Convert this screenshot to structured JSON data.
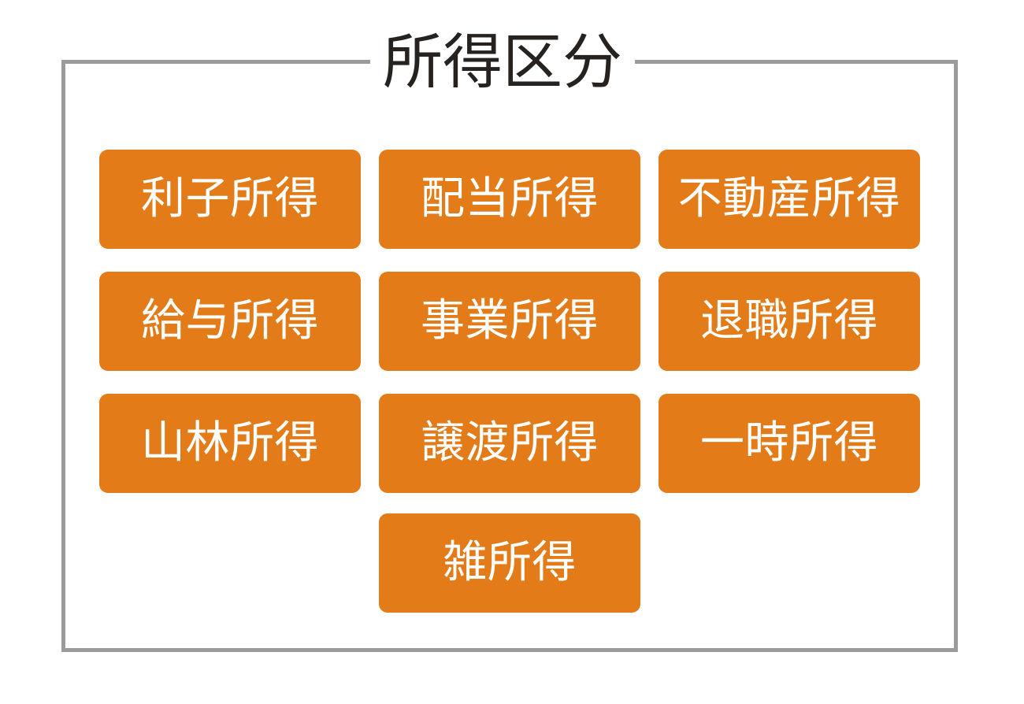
{
  "diagram": {
    "title": "所得区分",
    "title_color": "#262220",
    "frame_color": "#9b9b9b",
    "chip_color": "#E27B18",
    "chip_text_color": "#FFFFFF",
    "background_color": "#FFFFFF",
    "rows": [
      {
        "cells": [
          "利子所得",
          "配当所得",
          "不動産所得"
        ]
      },
      {
        "cells": [
          "給与所得",
          "事業所得",
          "退職所得"
        ]
      },
      {
        "cells": [
          "山林所得",
          "譲渡所得",
          "一時所得"
        ]
      },
      {
        "cells": [
          "雑所得"
        ]
      }
    ],
    "items": [
      "利子所得",
      "配当所得",
      "不動産所得",
      "給与所得",
      "事業所得",
      "退職所得",
      "山林所得",
      "譲渡所得",
      "一時所得",
      "雑所得"
    ],
    "item_count": 10
  }
}
